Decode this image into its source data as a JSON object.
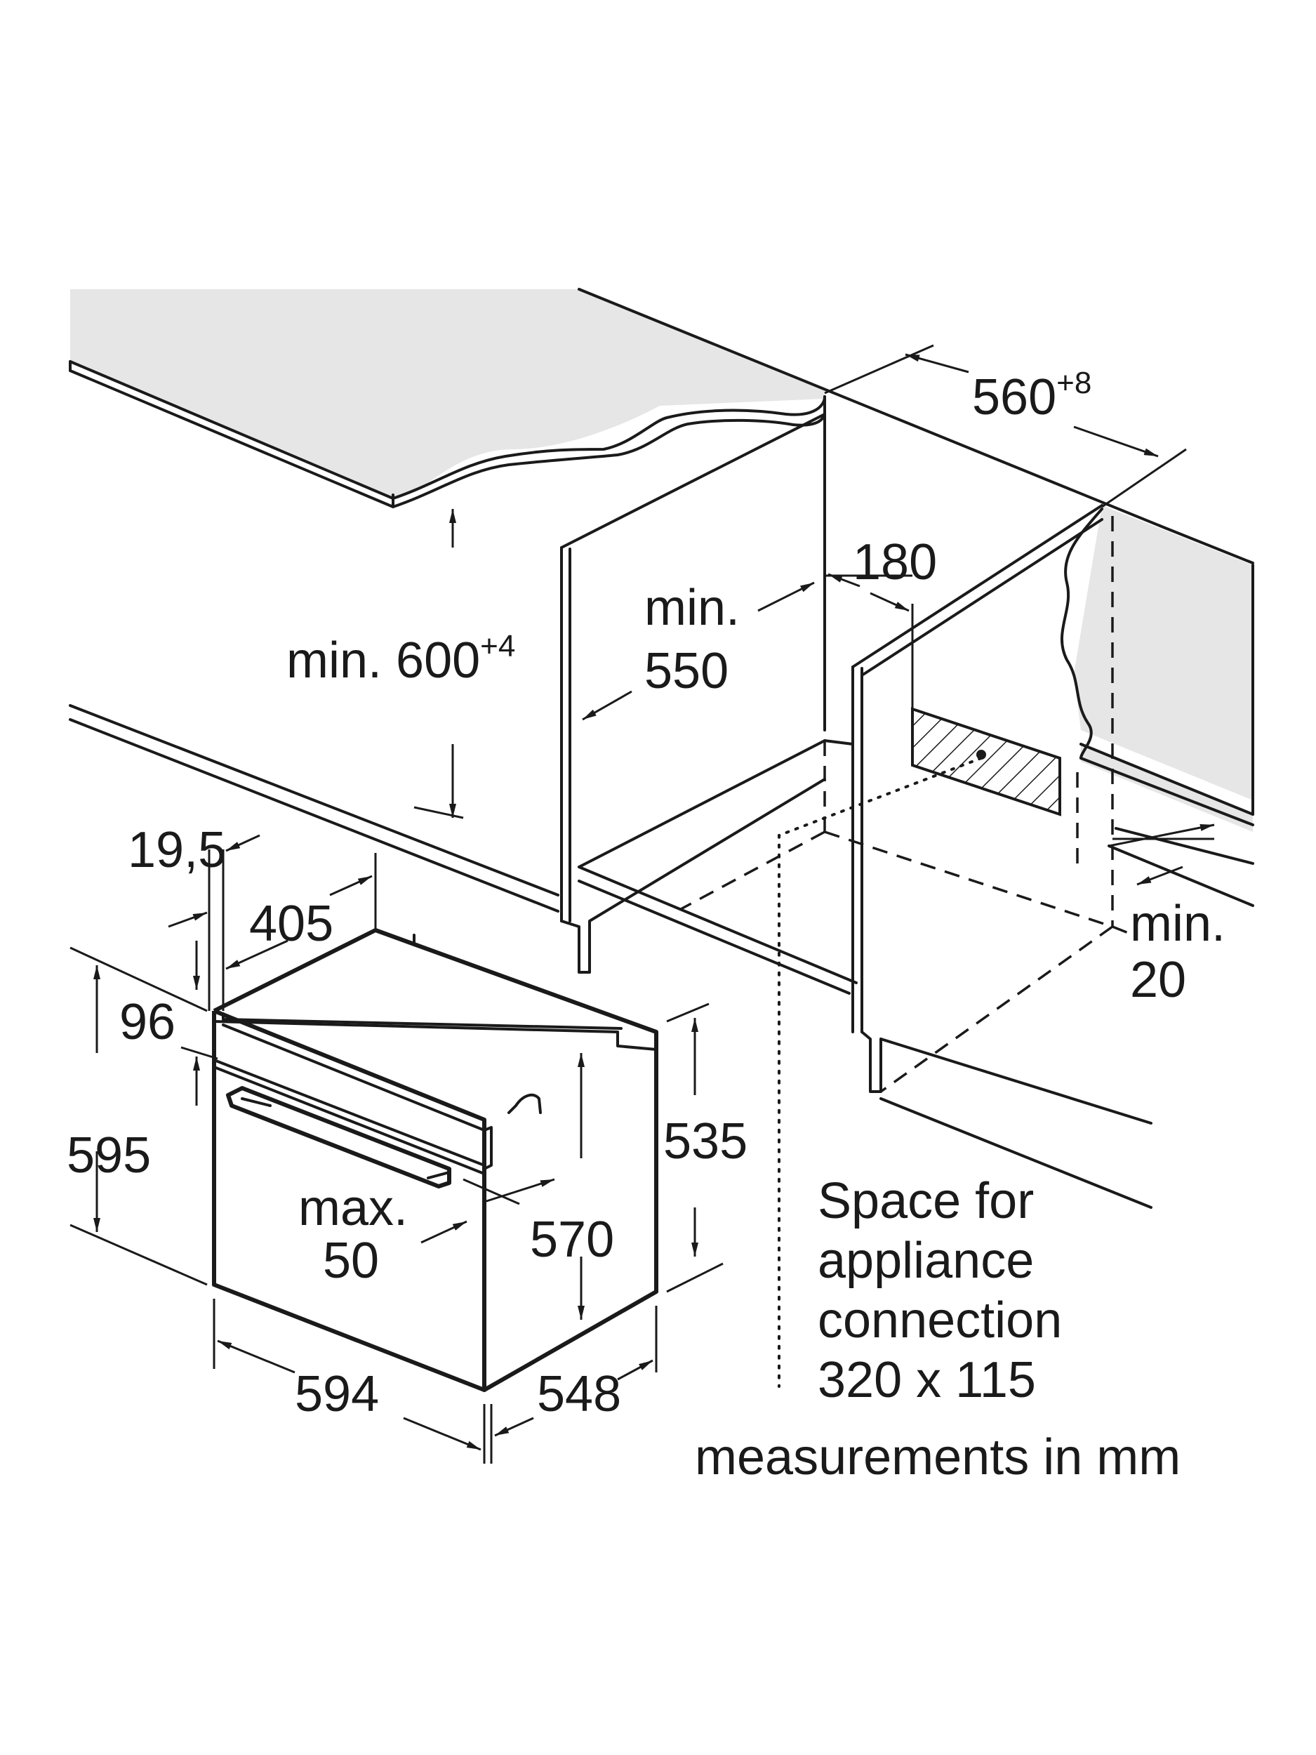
{
  "dimensions": {
    "worktop_width": {
      "value": "560",
      "sup": "+8"
    },
    "niche_height": {
      "value": "min. 600",
      "sup": "+4"
    },
    "niche_depth": {
      "line1": "min.",
      "line2": "550"
    },
    "connection_offset": "180",
    "rear_gap": {
      "line1": "min.",
      "line2": "20"
    },
    "front_panel": "19,5",
    "depth_upper": "405",
    "top_strip": "96",
    "total_height": "595",
    "body_height_front": "570",
    "body_height_side": "535",
    "handle_projection": {
      "line1": "max.",
      "line2": "50"
    },
    "width": "594",
    "depth": "548"
  },
  "notes": {
    "connection_space": [
      "Space for",
      "appliance",
      "connection",
      "320 x 115"
    ],
    "units": "measurements in mm"
  }
}
